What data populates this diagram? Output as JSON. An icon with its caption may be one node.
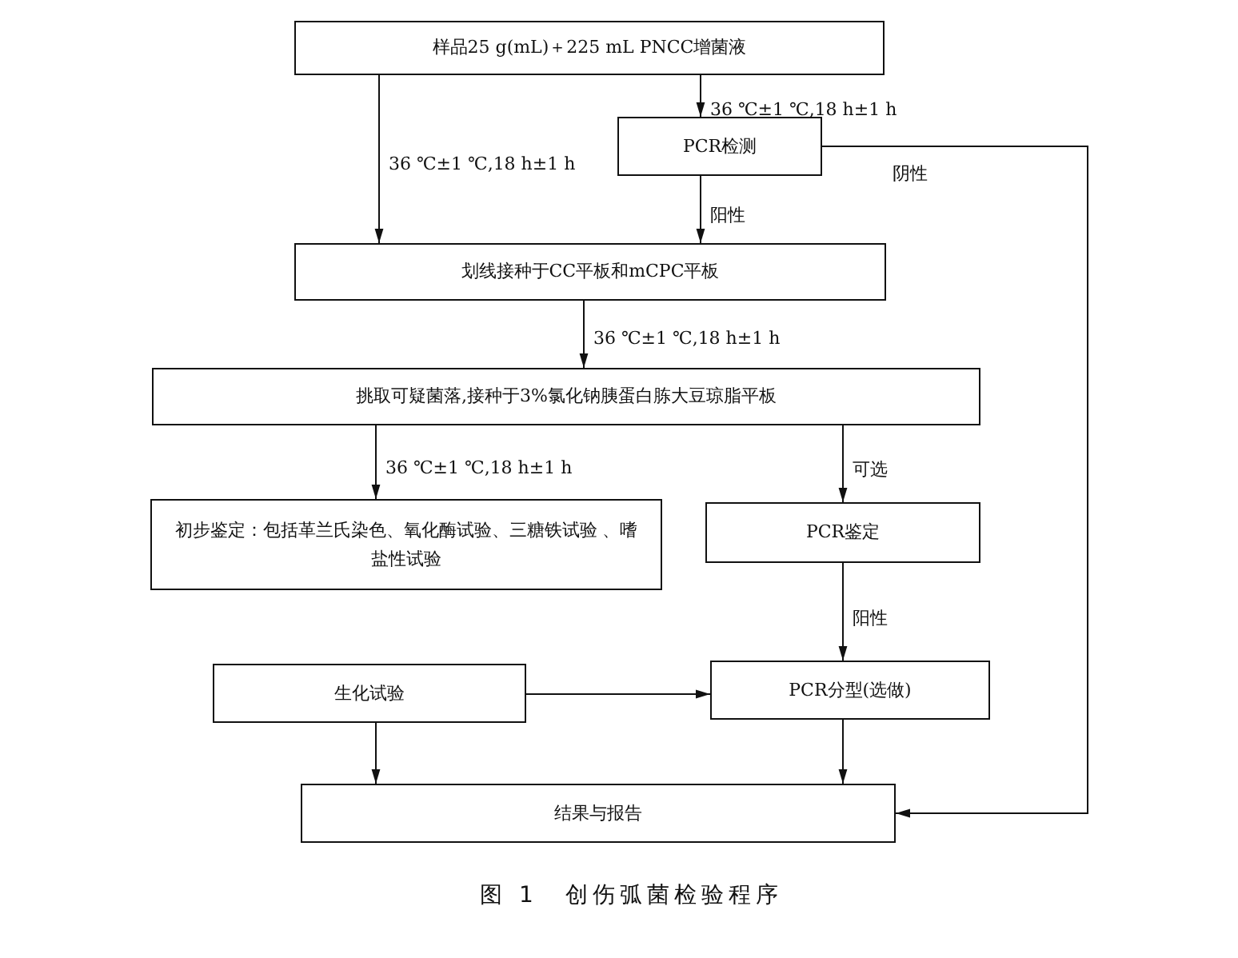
{
  "diagram": {
    "caption": "图 1　创伤弧菌检验程序",
    "nodes": [
      {
        "text": [
          "样品25 g(mL)＋225 mL PNCC增菌液"
        ]
      },
      {
        "text": [
          "PCR检测"
        ]
      },
      {
        "text": [
          "划线接种于CC平板和mCPC平板"
        ]
      },
      {
        "text": [
          "挑取可疑菌落,接种于3%氯化钠胰蛋白胨大豆琼脂平板"
        ]
      },
      {
        "text": [
          "初步鉴定：包括革兰氏染色、氧化酶试验、三糖铁试验 、嗜盐性试验"
        ]
      },
      {
        "text": [
          "PCR鉴定"
        ]
      },
      {
        "text": [
          "生化试验"
        ]
      },
      {
        "text": [
          "PCR分型(选做)"
        ]
      },
      {
        "text": [
          "结果与报告"
        ]
      }
    ],
    "edges": [
      {
        "from": 0,
        "to": 2,
        "arrow": "to",
        "label": "36 ℃±1 ℃,18 h±1 h"
      },
      {
        "from": 0,
        "to": 1,
        "arrow": "to",
        "label": "36 ℃±1 ℃,18 h±1 h"
      },
      {
        "from": 1,
        "to": 2,
        "arrow": "to",
        "label": "阳性"
      },
      {
        "from": 1,
        "to": 8,
        "arrow": "to",
        "label": "阴性"
      },
      {
        "from": 2,
        "to": 3,
        "arrow": "to",
        "label": "36 ℃±1 ℃,18 h±1 h"
      },
      {
        "from": 3,
        "to": 4,
        "arrow": "to",
        "label": "36 ℃±1 ℃,18 h±1 h"
      },
      {
        "from": 3,
        "to": 5,
        "arrow": "to",
        "label": "可选"
      },
      {
        "from": 5,
        "to": 7,
        "arrow": "to",
        "label": "阳性"
      },
      {
        "from": 6,
        "to": 7,
        "arrow": "to"
      },
      {
        "from": 6,
        "to": 8,
        "arrow": "to"
      },
      {
        "from": 7,
        "to": 8,
        "arrow": "to"
      }
    ]
  }
}
